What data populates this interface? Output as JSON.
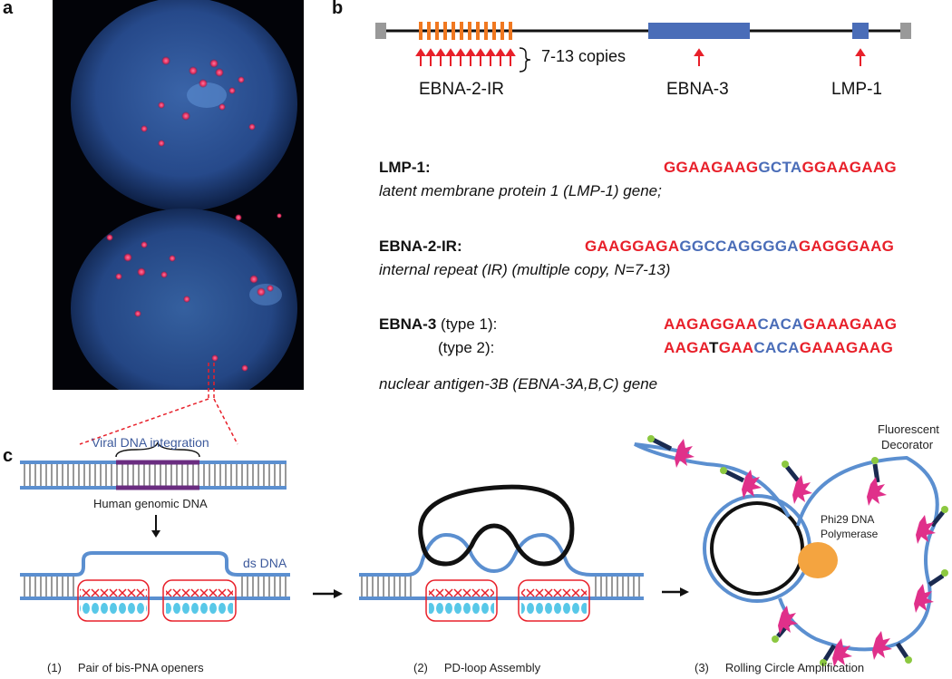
{
  "panels": {
    "a": "a",
    "b": "b",
    "c": "c"
  },
  "panel_b": {
    "gene_labels": {
      "ebna2ir": "EBNA-2-IR",
      "ebna3": "EBNA-3",
      "lmp1": "LMP-1"
    },
    "copies_label": "7-13 copies",
    "lmp1": {
      "title": "LMP-1:",
      "seq": [
        {
          "t": "GGAAGAAG",
          "c": "r"
        },
        {
          "t": "GCTA",
          "c": "b"
        },
        {
          "t": "GGAAGAAG",
          "c": "r"
        }
      ],
      "desc": "latent membrane protein 1 (LMP-1) gene;"
    },
    "ebna2ir": {
      "title": "EBNA-2-IR:",
      "seq": [
        {
          "t": "GAAGGAGA",
          "c": "r"
        },
        {
          "t": "GGCCAGGGGA",
          "c": "b"
        },
        {
          "t": "GAGGGAAG",
          "c": "r"
        }
      ],
      "desc": "internal repeat (IR) (multiple copy, N=7-13)"
    },
    "ebna3": {
      "title": "EBNA-3",
      "type1_label": "(type 1):",
      "type2_label": "(type 2):",
      "seq1": [
        {
          "t": "AAGAGGAA",
          "c": "r"
        },
        {
          "t": "CACA",
          "c": "b"
        },
        {
          "t": "GAAAGAAG",
          "c": "r"
        }
      ],
      "seq2": [
        {
          "t": "AAGA",
          "c": "r"
        },
        {
          "t": "T",
          "c": "k"
        },
        {
          "t": "GAA",
          "c": "r"
        },
        {
          "t": "CACA",
          "c": "b"
        },
        {
          "t": "GAAAGAAG",
          "c": "r"
        }
      ],
      "desc": "nuclear antigen-3B  (EBNA-3A,B,C) gene"
    }
  },
  "panel_c": {
    "viral_label": "Viral DNA integration",
    "human_label": "Human genomic DNA",
    "dsdna_label": "ds DNA",
    "fluor_label1": "Fluorescent",
    "fluor_label2": "Decorator",
    "phi_label1": "Phi29 DNA",
    "phi_label2": "Polymerase",
    "steps": [
      {
        "num": "(1)",
        "label": "Pair of bis-PNA openers"
      },
      {
        "num": "(2)",
        "label": "PD-loop Assembly"
      },
      {
        "num": "(3)",
        "label": "Rolling Circle Amplification"
      }
    ]
  },
  "colors": {
    "red": "#e8202a",
    "blue": "#4a6db8",
    "orange": "#f07820",
    "dna_blue": "#5b8fd0",
    "purple": "#6a2c80"
  }
}
